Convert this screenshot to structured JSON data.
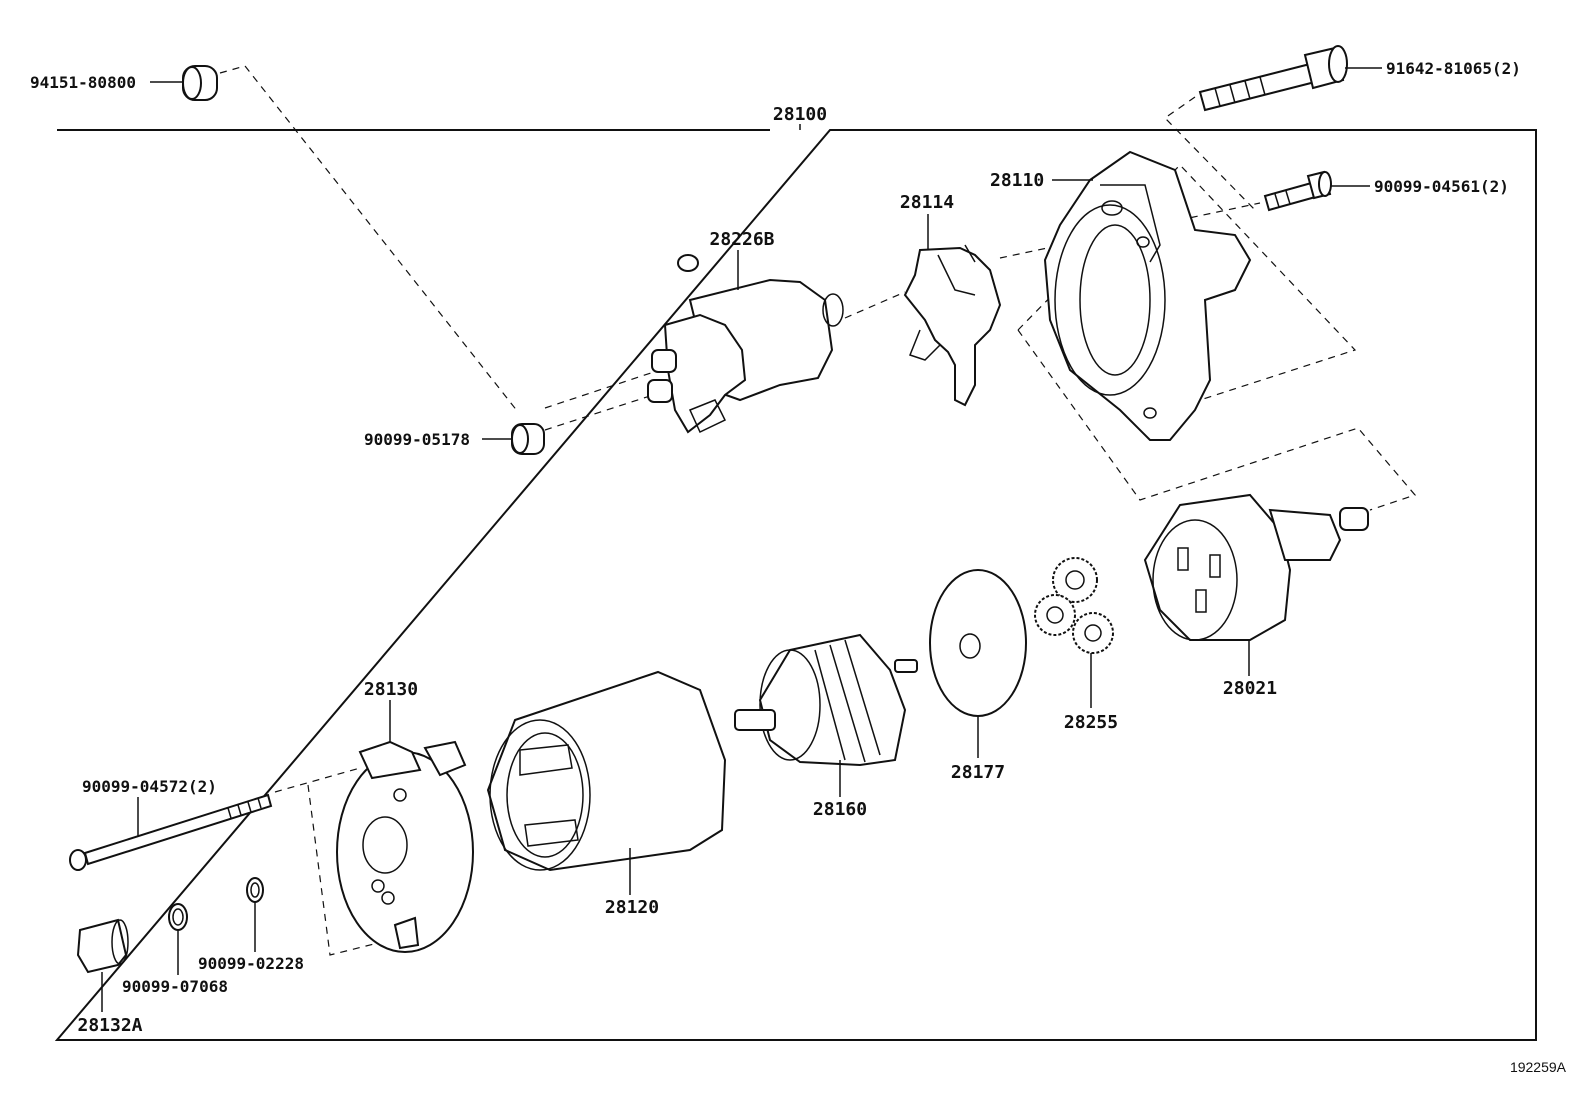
{
  "diagram": {
    "assembly_label": "28100",
    "reference_code": "192259A",
    "parts": [
      {
        "id": "p-94151-80800",
        "label": "94151-80800"
      },
      {
        "id": "p-91642-81065",
        "label": "91642-81065(2)"
      },
      {
        "id": "p-28110",
        "label": "28110"
      },
      {
        "id": "p-90099-04561",
        "label": "90099-04561(2)"
      },
      {
        "id": "p-28114",
        "label": "28114"
      },
      {
        "id": "p-28226B",
        "label": "28226B"
      },
      {
        "id": "p-90099-05178",
        "label": "90099-05178"
      },
      {
        "id": "p-28021",
        "label": "28021"
      },
      {
        "id": "p-28255",
        "label": "28255"
      },
      {
        "id": "p-28177",
        "label": "28177"
      },
      {
        "id": "p-28160",
        "label": "28160"
      },
      {
        "id": "p-28130",
        "label": "28130"
      },
      {
        "id": "p-28120",
        "label": "28120"
      },
      {
        "id": "p-90099-04572",
        "label": "90099-04572(2)"
      },
      {
        "id": "p-90099-02228",
        "label": "90099-02228"
      },
      {
        "id": "p-90099-07068",
        "label": "90099-07068"
      },
      {
        "id": "p-28132A",
        "label": "28132A"
      }
    ]
  }
}
